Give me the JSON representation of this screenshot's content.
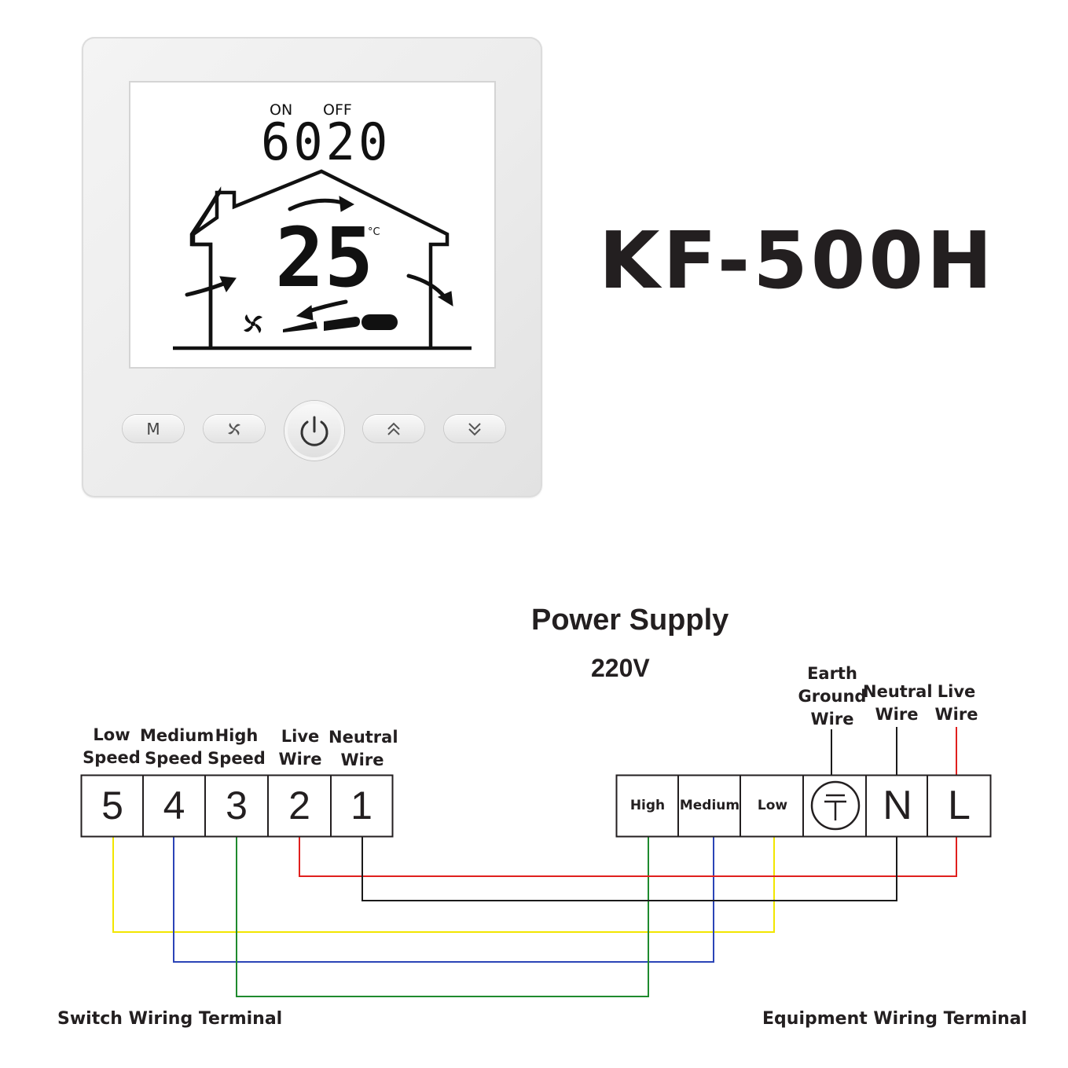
{
  "thermostat": {
    "on_label": "ON",
    "off_label": "OFF",
    "time": "6020",
    "temperature": "25",
    "unit": "°C",
    "buttons": {
      "mode": "M",
      "fan_icon": "fan-icon",
      "power_icon": "power-icon",
      "up_icon": "double-chevron-up-icon",
      "down_icon": "double-chevron-down-icon"
    }
  },
  "model": "KF-500H",
  "power_supply": {
    "title": "Power Supply",
    "voltage": "220V"
  },
  "switch_terminal": {
    "caption": "Switch Wiring Terminal",
    "terminals": [
      {
        "num": "5",
        "line1": "Low",
        "line2": "Speed"
      },
      {
        "num": "4",
        "line1": "Medium",
        "line2": "Speed"
      },
      {
        "num": "3",
        "line1": "High",
        "line2": "Speed"
      },
      {
        "num": "2",
        "line1": "Live",
        "line2": "Wire"
      },
      {
        "num": "1",
        "line1": "Neutral",
        "line2": "Wire"
      }
    ]
  },
  "equipment_terminal": {
    "caption": "Equipment Wiring Terminal",
    "terminals": [
      "High",
      "Medium",
      "Low"
    ],
    "ground_icon": "earth-ground-icon",
    "neutral": "N",
    "live": "L",
    "labels": {
      "earth": [
        "Earth",
        "Ground",
        "Wire"
      ],
      "neutral": [
        "Neutral",
        "Wire"
      ],
      "live": [
        "Live",
        "Wire"
      ]
    }
  },
  "colors": {
    "low_speed": "#f2e600",
    "medium_speed": "#2b44b7",
    "high_speed": "#1f8a2e",
    "live": "#e0201e",
    "neutral": "#1a1a1a",
    "ground": "#1a1a1a"
  }
}
